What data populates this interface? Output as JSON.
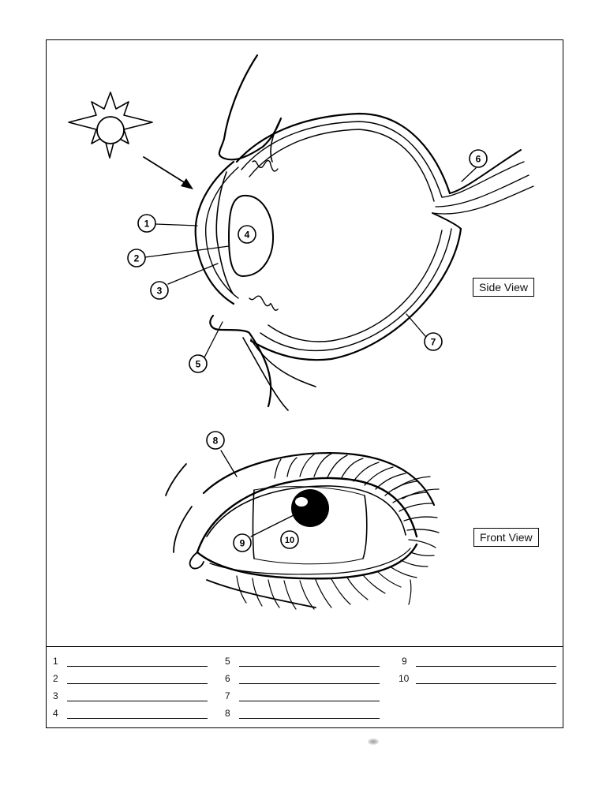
{
  "views": {
    "side": "Side View",
    "front": "Front View"
  },
  "callouts": [
    "1",
    "2",
    "3",
    "4",
    "5",
    "6",
    "7",
    "8",
    "9",
    "10"
  ],
  "answer_numbers": [
    "1",
    "2",
    "3",
    "4",
    "5",
    "6",
    "7",
    "8",
    "9",
    "10"
  ],
  "icons": {
    "light_source": "sun-icon",
    "light_direction": "arrow-icon"
  }
}
